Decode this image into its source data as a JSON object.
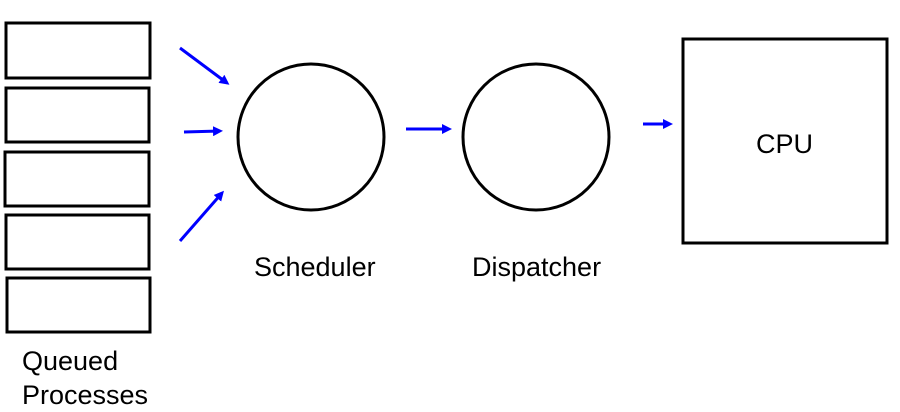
{
  "diagram": {
    "queue": {
      "slots": 5,
      "label_line1": "Queued",
      "label_line2": "Processes"
    },
    "scheduler": {
      "label": "Scheduler"
    },
    "dispatcher": {
      "label": "Dispatcher"
    },
    "cpu": {
      "label": "CPU"
    },
    "colors": {
      "arrow": "#0000ff",
      "outline": "#000000",
      "background": "#ffffff"
    }
  }
}
